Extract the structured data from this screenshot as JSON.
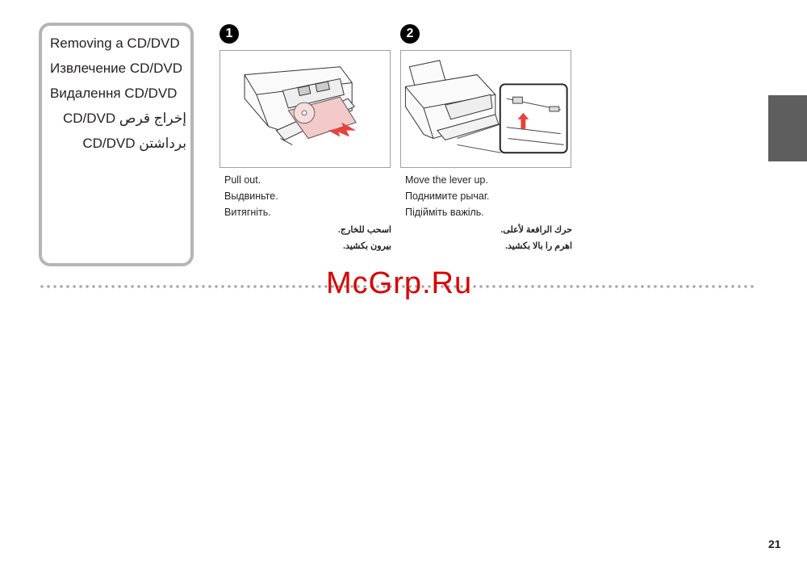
{
  "title_box": {
    "en": "Removing a CD/DVD",
    "ru": "Извлечение CD/DVD",
    "uk": "Видалення CD/DVD",
    "ar": "إخراج قرص CD/DVD",
    "fa": "برداشتن CD/DVD"
  },
  "steps": [
    {
      "number": "1",
      "captions": {
        "en": "Pull out.",
        "ru": "Выдвиньте.",
        "uk": "Витягніть.",
        "ar": "اسحب للخارج.",
        "fa": "بیرون بکشید."
      }
    },
    {
      "number": "2",
      "captions": {
        "en": "Move the lever up.",
        "ru": "Поднимите рычаг.",
        "uk": "Підійміть важіль.",
        "ar": "حرك الرافعة لأعلى.",
        "fa": "اهرم را بالا بکشید."
      }
    }
  ],
  "watermark": "McGrp.Ru",
  "page_number": "21",
  "colors": {
    "box_border": "#b5b5b5",
    "accent_red": "#e8413a",
    "tray_pink": "#f4c9c9",
    "side_tab": "#5e5e5e"
  }
}
